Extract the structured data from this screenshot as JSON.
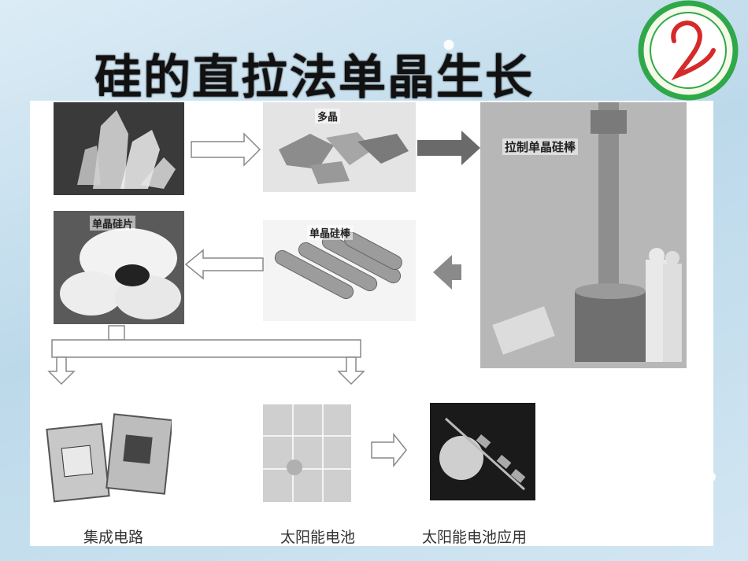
{
  "slide": {
    "title": "硅的直拉法单晶生长"
  },
  "figure": {
    "labels": {
      "polycrystal": "多晶",
      "pulling": "拉制单晶硅棒",
      "ingot": "单晶硅棒",
      "wafer": "单晶硅片"
    },
    "captions": {
      "ic": "集成电路",
      "solar_cell": "太阳能电池",
      "solar_app": "太阳能电池应用"
    }
  },
  "colors": {
    "title": "#111111",
    "logo_ring": "#2fa84a",
    "logo_mark": "#d52a2a",
    "arrow_outline": "#888888",
    "arrow_dark": "#666666"
  }
}
